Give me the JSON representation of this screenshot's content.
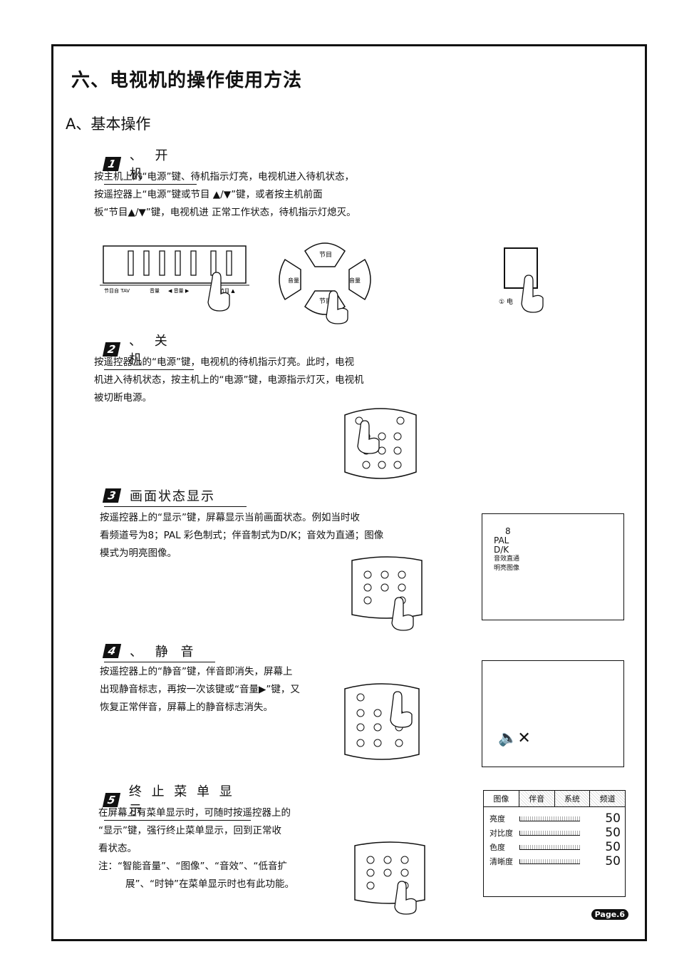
{
  "page_title": "六、电视机的操作使用方法",
  "section_a": "A、基本操作",
  "s1": {
    "num": "1",
    "title": "、  开 机",
    "text": [
      "按主机上的“电源”键、待机指示灯亮，电视机进入待机状态，",
      "按遥控器上“电源”键或节目 ▲/▼”键，或者按主机前面",
      "板“节目▲/▼”键，电视机进  正常工作状态，待机指示灯熄灭。"
    ],
    "panel_labels": [
      "节目自 TAV",
      "音量",
      "◀ 音量 ▶",
      "节目 ▲"
    ],
    "dpad": {
      "up": "节目",
      "left": "音量",
      "right": "音量",
      "down": "节目"
    },
    "power_label": "① 电"
  },
  "s2": {
    "num": "2",
    "title": "、 关 机",
    "text": [
      "按遥控器上的“电源”键，电视机的待机指示灯亮。此时，电视",
      "机进入待机状态，按主机上的“电源”键，电源指示灯灭，电视机",
      "被切断电源。"
    ]
  },
  "s3": {
    "num": "3",
    "title": "  画面状态显示",
    "text": [
      "按遥控器上的“显示”键，屏幕显示当前画面状态。例如当时收",
      "看频道号为8；PAL 彩色制式；伴音制式为D/K；音效为直通；图像",
      "模式为明亮图像。"
    ],
    "osd": [
      "8",
      "PAL",
      "D/K",
      "音效直通",
      "明亮图像"
    ]
  },
  "s4": {
    "num": "4",
    "title": "、 静  音",
    "text": [
      "按遥控器上的“静音”键，伴音即消失，屏幕上",
      "出现静音标志，再按一次该键或“音量▶”键，又",
      "恢复正常伴音，屏幕上的静音标志消失。"
    ],
    "mute_symbol": "🔈✕"
  },
  "s5": {
    "num": "5",
    "title": "  终 止 菜 单 显 示",
    "text": [
      "在屏幕上有菜单显示时，可随时按遥控器上的",
      "“显示”键，强行终止菜单显示，回到正常收",
      "看状态。"
    ],
    "note_label": "注：",
    "note_1": "“智能音量”、“图像”、“音效”、“低音扩",
    "note_2": "展”、“时钟”在菜单显示时也有此功能。",
    "menu": {
      "tabs": [
        "图像",
        "伴音",
        "系统",
        "频道"
      ],
      "rows": [
        {
          "label": "亮度",
          "value": "50"
        },
        {
          "label": "对比度",
          "value": "50"
        },
        {
          "label": "色度",
          "value": "50"
        },
        {
          "label": "清晰度",
          "value": "50"
        }
      ]
    }
  },
  "page_mark": "Page.6"
}
